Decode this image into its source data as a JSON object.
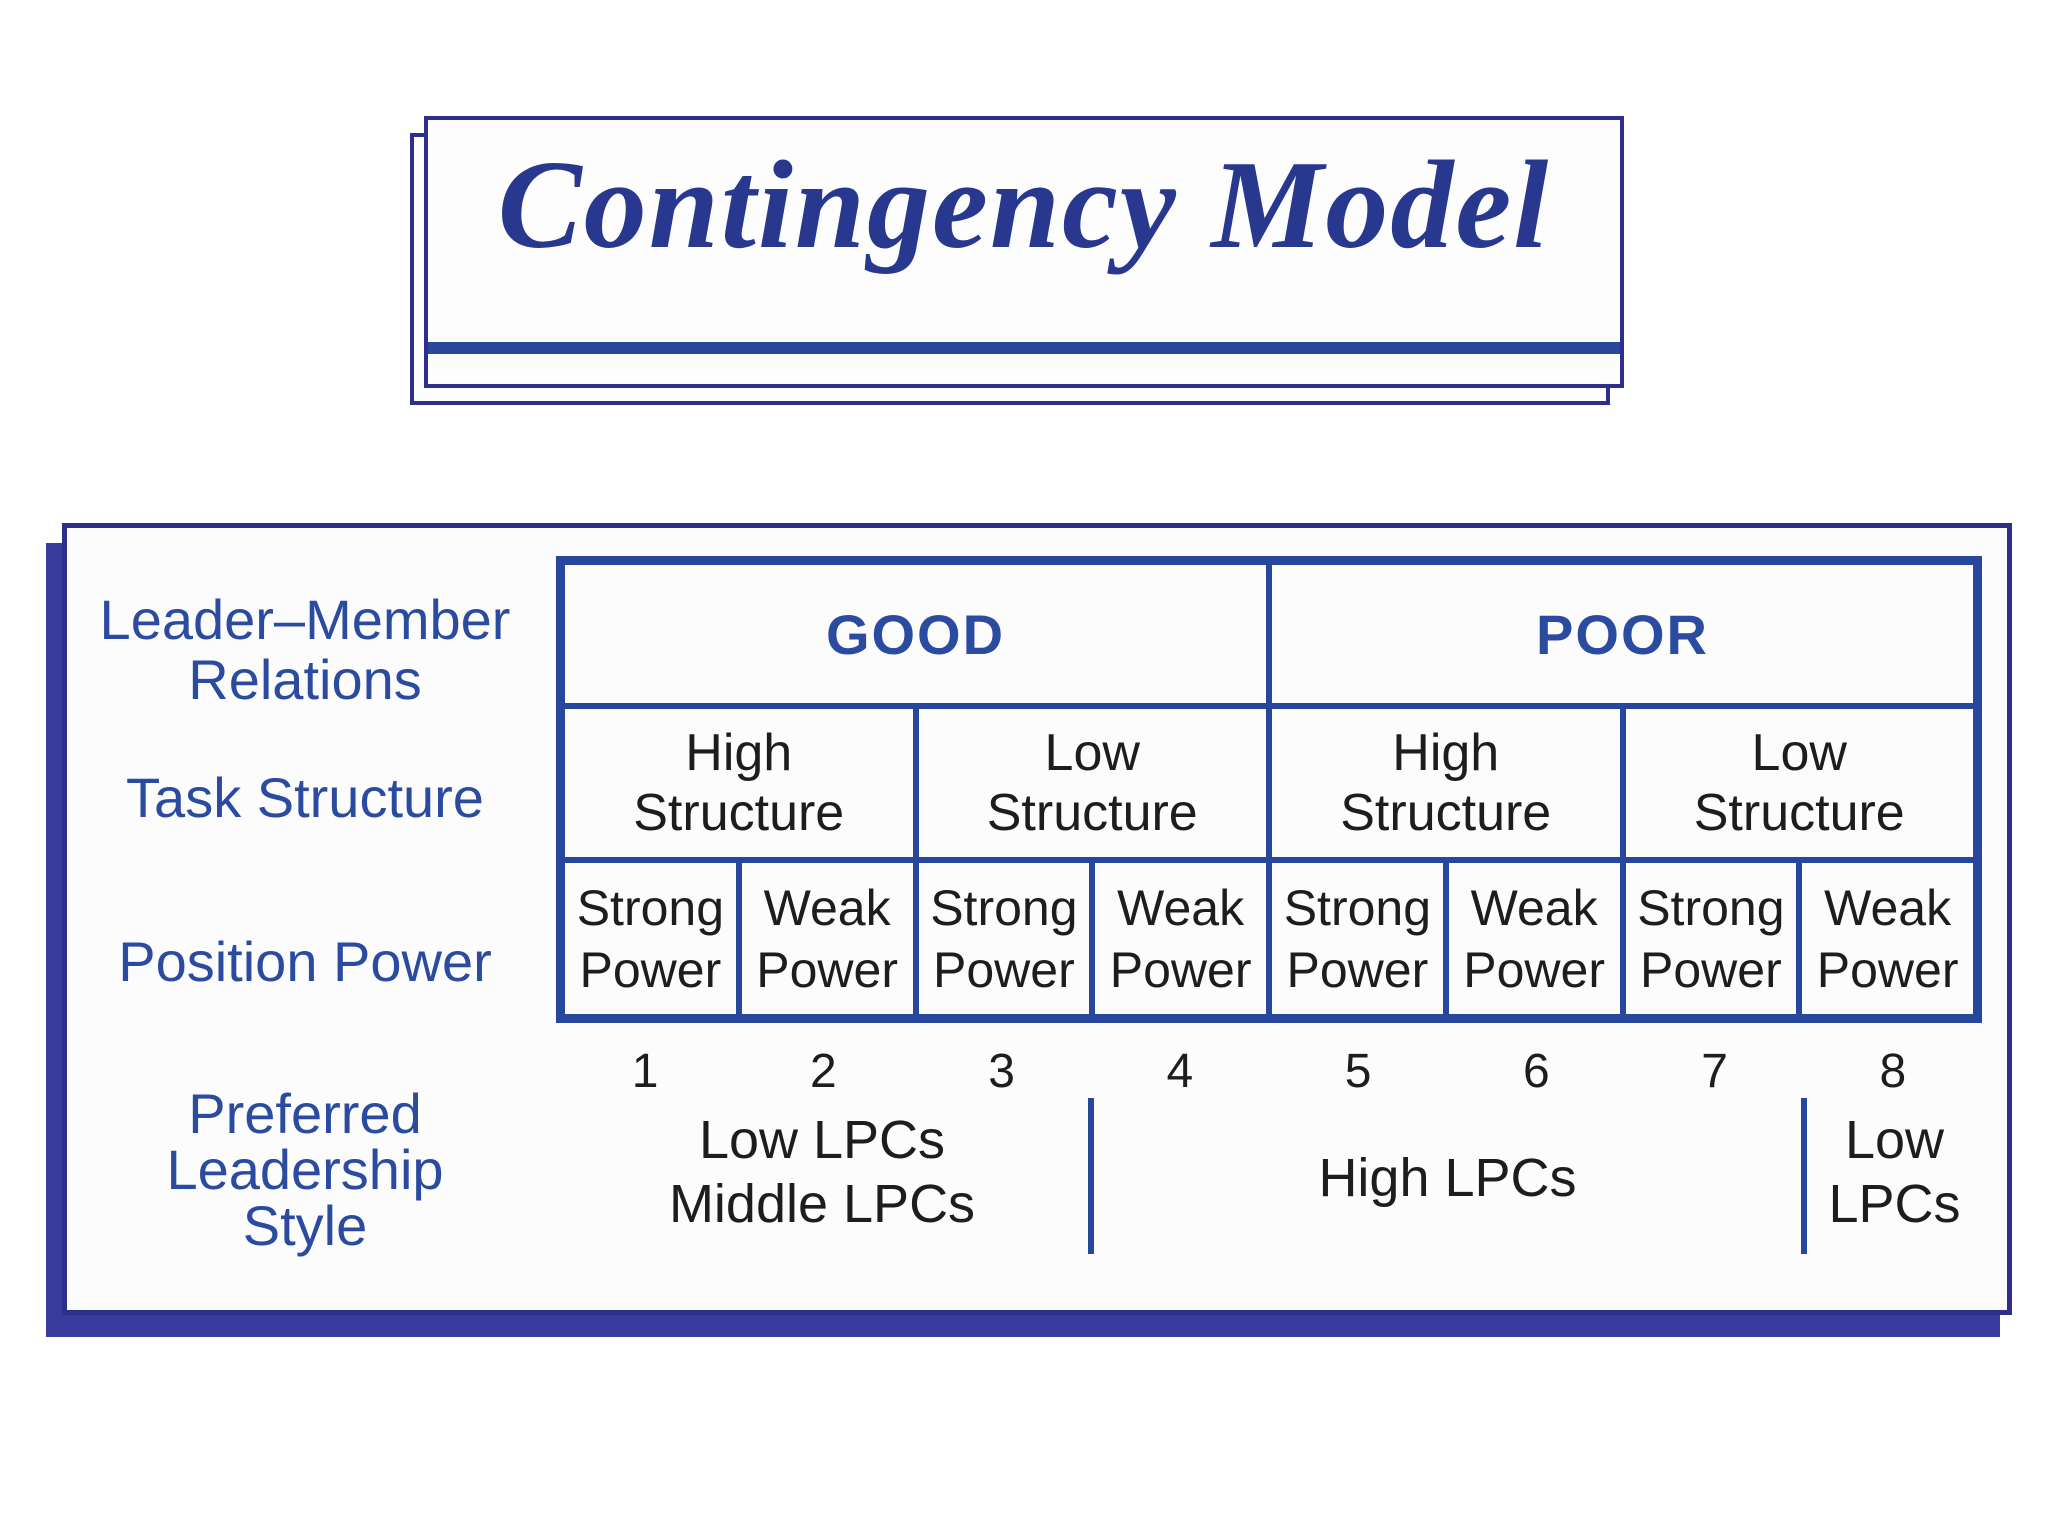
{
  "slide": {
    "title": "Contingency Model"
  },
  "colors": {
    "table_blue": "#27479c",
    "label_blue": "#2a4ba0",
    "title_blue": "#28388f",
    "shadow_indigo": "#3a3a9c",
    "panel_border_navy": "#2d2d8a",
    "text_dark": "#1d1d1d",
    "background": "#ffffff"
  },
  "matrix": {
    "row_labels": {
      "relations_line1": "Leader–Member",
      "relations_line2": "Relations",
      "task_structure": "Task Structure",
      "position_power": "Position Power",
      "style_line1": "Preferred",
      "style_line2": "Leadership",
      "style_line3": "Style"
    },
    "relations": [
      "GOOD",
      "POOR"
    ],
    "structure": [
      {
        "line1": "High",
        "line2": "Structure"
      },
      {
        "line1": "Low",
        "line2": "Structure"
      },
      {
        "line1": "High",
        "line2": "Structure"
      },
      {
        "line1": "Low",
        "line2": "Structure"
      }
    ],
    "power": [
      {
        "line1": "Strong",
        "line2": "Power"
      },
      {
        "line1": "Weak",
        "line2": "Power"
      },
      {
        "line1": "Strong",
        "line2": "Power"
      },
      {
        "line1": "Weak",
        "line2": "Power"
      },
      {
        "line1": "Strong",
        "line2": "Power"
      },
      {
        "line1": "Weak",
        "line2": "Power"
      },
      {
        "line1": "Strong",
        "line2": "Power"
      },
      {
        "line1": "Weak",
        "line2": "Power"
      }
    ],
    "octants": [
      "1",
      "2",
      "3",
      "4",
      "5",
      "6",
      "7",
      "8"
    ],
    "styles": {
      "group1_line1": "Low LPCs",
      "group1_line2": "Middle LPCs",
      "group2": "High LPCs",
      "group3_line1": "Low",
      "group3_line2": "LPCs"
    }
  }
}
